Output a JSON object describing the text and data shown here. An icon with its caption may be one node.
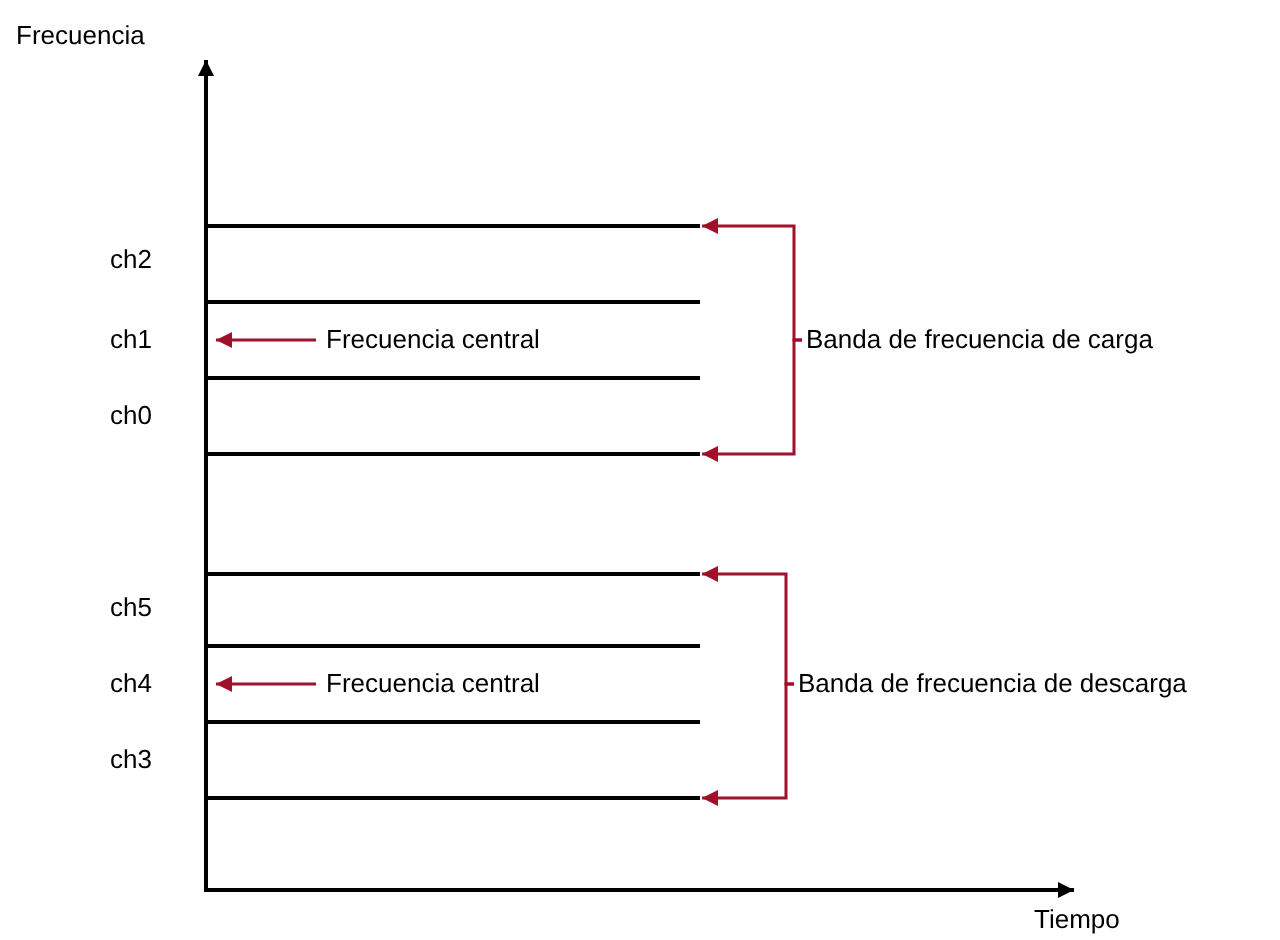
{
  "diagram": {
    "nodes": [
      {
        "text": [],
        "shape": "bar"
      },
      {
        "text": [],
        "shape": "bar"
      },
      {
        "text": [],
        "shape": "bar"
      },
      {
        "text": [],
        "shape": "bar"
      },
      {
        "text": [
          "ch1"
        ]
      },
      {
        "text": [
          "Frecuencia central"
        ]
      },
      {
        "text": [
          "Banda de frecuencia de carga"
        ]
      },
      {
        "text": [],
        "shape": "bar"
      },
      {
        "text": [],
        "shape": "bar"
      },
      {
        "text": [],
        "shape": "bar"
      },
      {
        "text": [],
        "shape": "bar"
      },
      {
        "text": [
          "ch4"
        ]
      },
      {
        "text": [
          "Frecuencia central"
        ]
      },
      {
        "text": [
          "Banda de frecuencia de descarga"
        ]
      }
    ],
    "edges": [
      {
        "from": 5,
        "to": 4,
        "arrow": "to"
      },
      {
        "from": 6,
        "to": 0,
        "arrow": "to"
      },
      {
        "from": 6,
        "to": 3,
        "arrow": "to"
      },
      {
        "from": 12,
        "to": 11,
        "arrow": "to"
      },
      {
        "from": 13,
        "to": 7,
        "arrow": "to"
      },
      {
        "from": 13,
        "to": 10,
        "arrow": "to"
      }
    ],
    "labels": [
      "Frecuencia",
      "ch2",
      "ch0",
      "ch5",
      "ch3",
      "Tiempo"
    ]
  }
}
